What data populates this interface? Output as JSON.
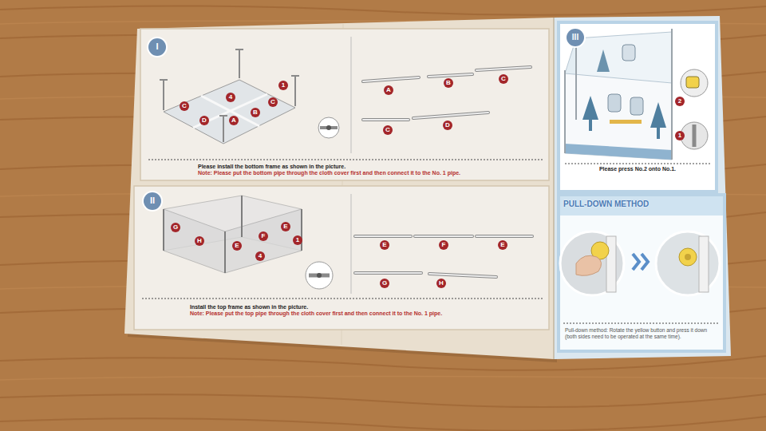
{
  "diagram": {
    "nodes": [
      {
        "text": [
          "Please install the bottom frame as shown in the picture.",
          "Note: Please put the bottom pipe through the cloth cover first and then connect it to the No. 1 pipe."
        ]
      },
      {
        "text": [
          "I"
        ],
        "in": 0
      },
      {
        "text": [
          "Install the top frame as shown in the picture.",
          "Note: Please put the top pipe through the cloth cover first and then connect it to the No. 1 pipe."
        ]
      },
      {
        "text": [
          "II"
        ],
        "in": 2
      },
      {
        "text": [
          "Please press No.2 onto No.1."
        ]
      },
      {
        "text": [
          "III"
        ],
        "in": 4
      },
      {
        "text": [
          "PULL-DOWN METHOD",
          "Pull-down method: Rotate the yellow button and press it down (both sides need to be operated at the same time)."
        ]
      }
    ],
    "labels": [
      "1",
      "4",
      "C",
      "D",
      "A",
      "B",
      "C",
      "A",
      "B",
      "C",
      "C",
      "D",
      "G",
      "H",
      "E",
      "F",
      "E",
      "1",
      "4",
      "E",
      "F",
      "E",
      "G",
      "H",
      "2",
      "1"
    ]
  }
}
